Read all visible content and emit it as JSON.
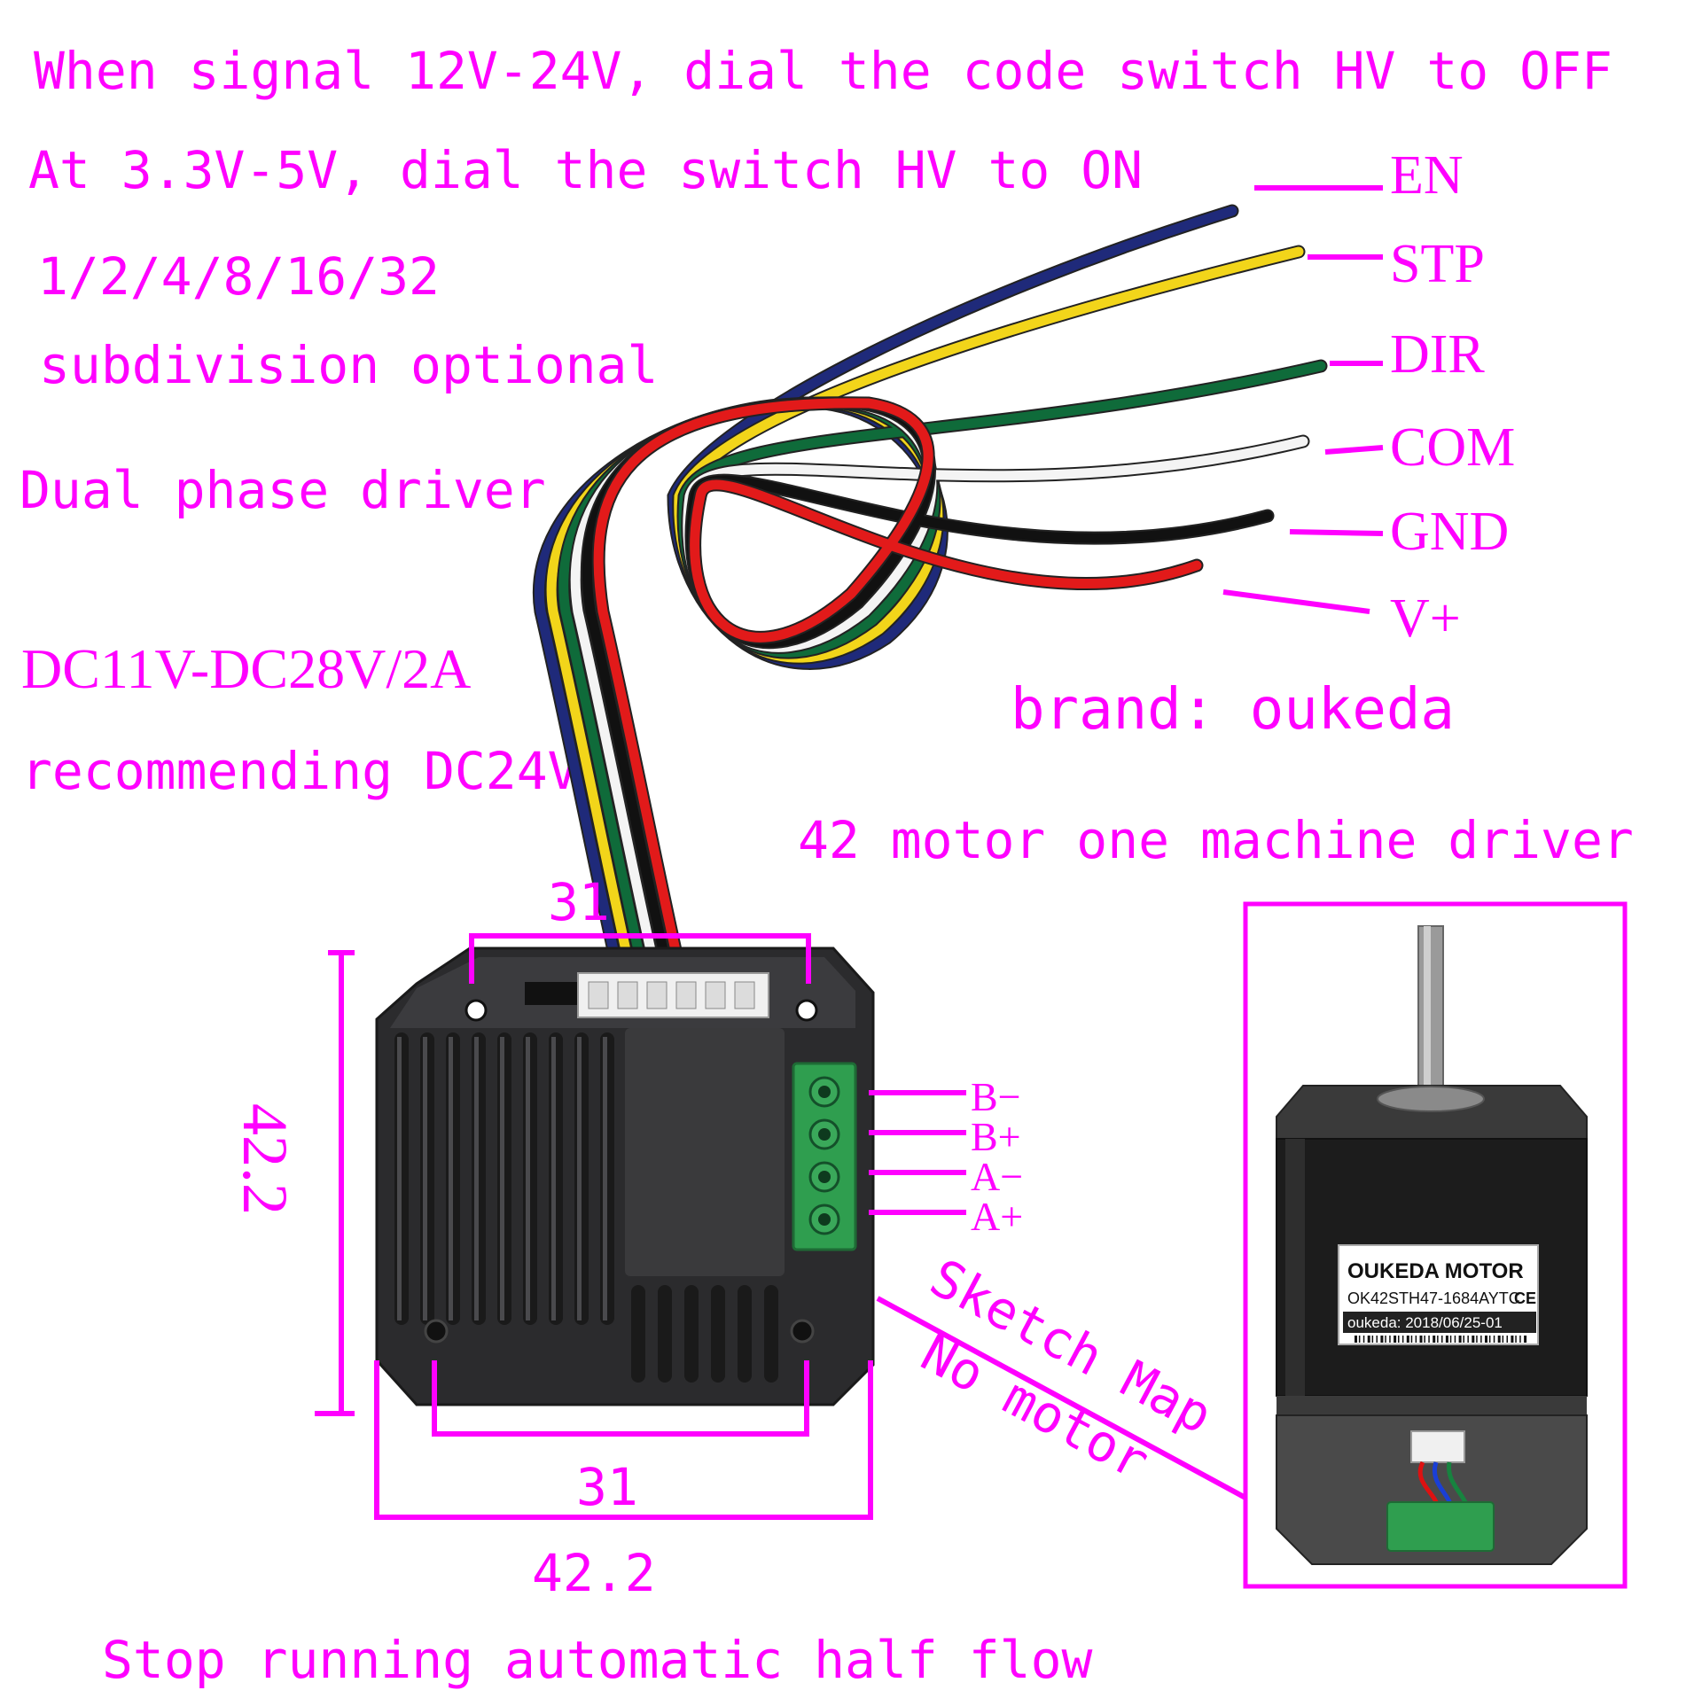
{
  "notes": {
    "line1": "When signal 12V-24V, dial the code switch HV to OFF",
    "line2": "At 3.3V-5V, dial the switch HV to ON",
    "line3": "1/2/4/8/16/32",
    "line4": "subdivision optional",
    "line5": "Dual phase driver",
    "line6": "DC11V-DC28V/2A",
    "line7": "recommending DC24V",
    "brand": "brand: oukeda",
    "product": "42 motor one machine driver",
    "bottom": "Stop running automatic half flow"
  },
  "wire_labels": [
    "EN",
    "STP",
    "DIR",
    "COM",
    "GND",
    "V+"
  ],
  "wire_colors": [
    "#1f2a7a",
    "#f2d51a",
    "#0f6b3a",
    "#f4f4f4",
    "#111111",
    "#e21a1a"
  ],
  "terminal_labels": [
    "B−",
    "B+",
    "A−",
    "A+"
  ],
  "dimensions": {
    "top_width": "31",
    "bottom_inner": "31",
    "bottom_outer": "42.2",
    "height": "42.2"
  },
  "sketch": {
    "line1": "Sketch Map",
    "line2": "No motor"
  },
  "motor_label": {
    "maker": "OUKEDA MOTOR",
    "model": "OK42STH47-1684AYTC",
    "ce": "CE",
    "date": "oukeda: 2018/06/25-01"
  },
  "colors": {
    "annotation": "#ff00ff",
    "driver_body": "#2b2b2d",
    "terminal_green": "#2f9e4f"
  }
}
